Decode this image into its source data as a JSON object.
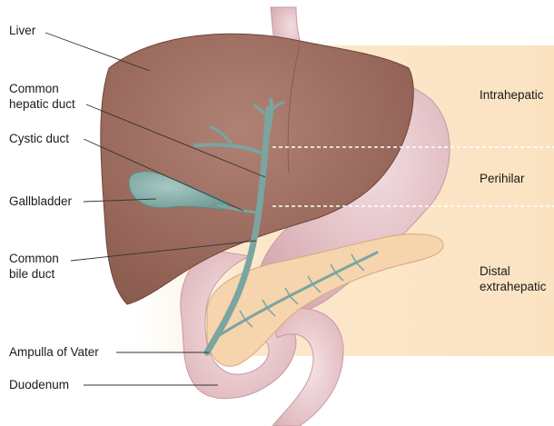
{
  "labels": {
    "liver": "Liver",
    "common_hepatic_duct_line1": "Common",
    "common_hepatic_duct_line2": "hepatic duct",
    "cystic_duct": "Cystic duct",
    "gallbladder": "Gallbladder",
    "common_bile_duct_line1": "Common",
    "common_bile_duct_line2": "bile duct",
    "ampulla_of_vater": "Ampulla of Vater",
    "duodenum": "Duodenum"
  },
  "zones": {
    "intrahepatic": "Intrahepatic",
    "perihilar": "Perihilar",
    "distal_line1": "Distal",
    "distal_line2": "extrahepatic"
  },
  "colors": {
    "zone_band": "#fbe7c8",
    "liver": "#9a6a5c",
    "stomach": "#e9c7cc",
    "duct": "#7aa5a0",
    "pancreas": "#f3d3b0",
    "duodenum": "#efd1d4"
  }
}
